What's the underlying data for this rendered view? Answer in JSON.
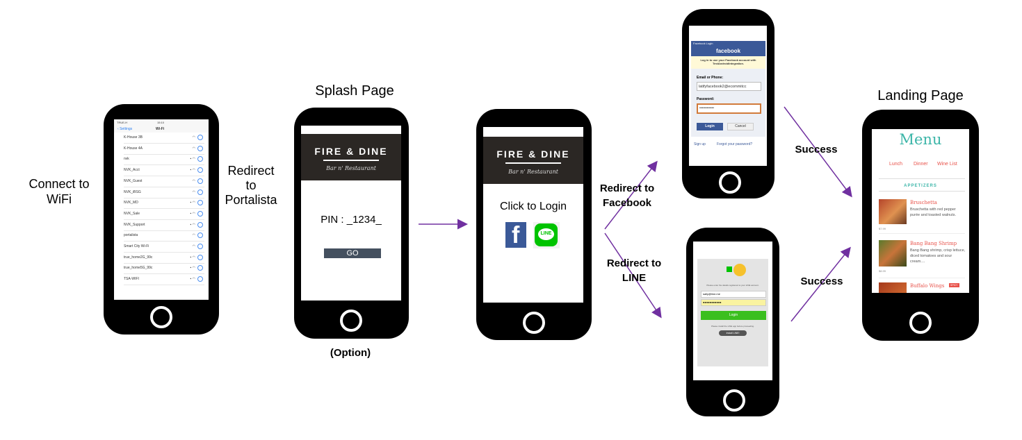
{
  "steps": {
    "connect": "Connect to\nWiFi",
    "redirect_portal": "Redirect\nto\nPortalista",
    "splash_title": "Splash Page",
    "option": "(Option)",
    "redirect_facebook": "Redirect to\nFacebook",
    "redirect_line": "Redirect to\nLINE",
    "success_top": "Success",
    "success_bottom": "Success",
    "landing_title": "Landing Page"
  },
  "wifi_screen": {
    "status_left": "TRUE-H",
    "time": "15:10",
    "back": "Settings",
    "title": "Wi-Fi",
    "networks": [
      "K-House 3B",
      "K-House 4A",
      "nvk",
      "NVK_Acct",
      "NVK_Guest",
      "NVK_iBSG",
      "NVK_MD",
      "NVK_Sale",
      "NVK_Support",
      "portalista",
      "Smart City Wi-Fi",
      "true_home2G_99c",
      "true_home5G_99c",
      "TSA-WIFI"
    ],
    "locked": [
      false,
      false,
      true,
      true,
      false,
      false,
      true,
      true,
      true,
      false,
      false,
      true,
      true,
      true
    ]
  },
  "splash_screen": {
    "brand": "FIRE & DINE",
    "brand_sub": "Bar n' Restaurant",
    "pin": "PIN : _1234_",
    "go": "GO"
  },
  "login_screen": {
    "brand": "FIRE & DINE",
    "brand_sub": "Bar n' Restaurant",
    "click": "Click to Login",
    "line_badge": "LINE"
  },
  "facebook_screen": {
    "bar": "Facebook Login",
    "logo": "facebook",
    "notice": "Log in to use your Facebook account with TestAndroidIntegration.",
    "email_label": "Email or Phone:",
    "email_value": "latifyfacebook2@ecommitcc",
    "password_label": "Password:",
    "password_value": "••••••••••••",
    "login": "Login",
    "cancel": "Cancel",
    "signup": "Sign up",
    "forgot": "Forgot your password?"
  },
  "line_screen": {
    "instruction": "Please enter the details registered to your LINE account.",
    "email": "sally@line.me",
    "password": "●●●●●●●●●●●",
    "login": "Login",
    "install_note": "Please install the LINE app before proceeding.",
    "install": "Install LINE!"
  },
  "menu_screen": {
    "title": "Menu",
    "tabs": [
      "Lunch",
      "Dinner",
      "Wine List"
    ],
    "section": "APPETIZERS",
    "items": [
      {
        "name": "Bruschetta",
        "desc": "Bruschetta with red pepper purée and toasted walnuts.",
        "price": "$7.99"
      },
      {
        "name": "Bang Bang Shrimp",
        "desc": "Bang Bang shrimp, crisp lettuce, diced tomatoes and sour cream....",
        "price": "$8.99"
      },
      {
        "name": "Buffalo Wings",
        "badge": "SPICY"
      }
    ]
  },
  "colors": {
    "arrow": "#7030a0",
    "facebook": "#3b5998",
    "line": "#00c300",
    "menu_accent": "#e8524a",
    "menu_title": "#3bb5a8"
  }
}
